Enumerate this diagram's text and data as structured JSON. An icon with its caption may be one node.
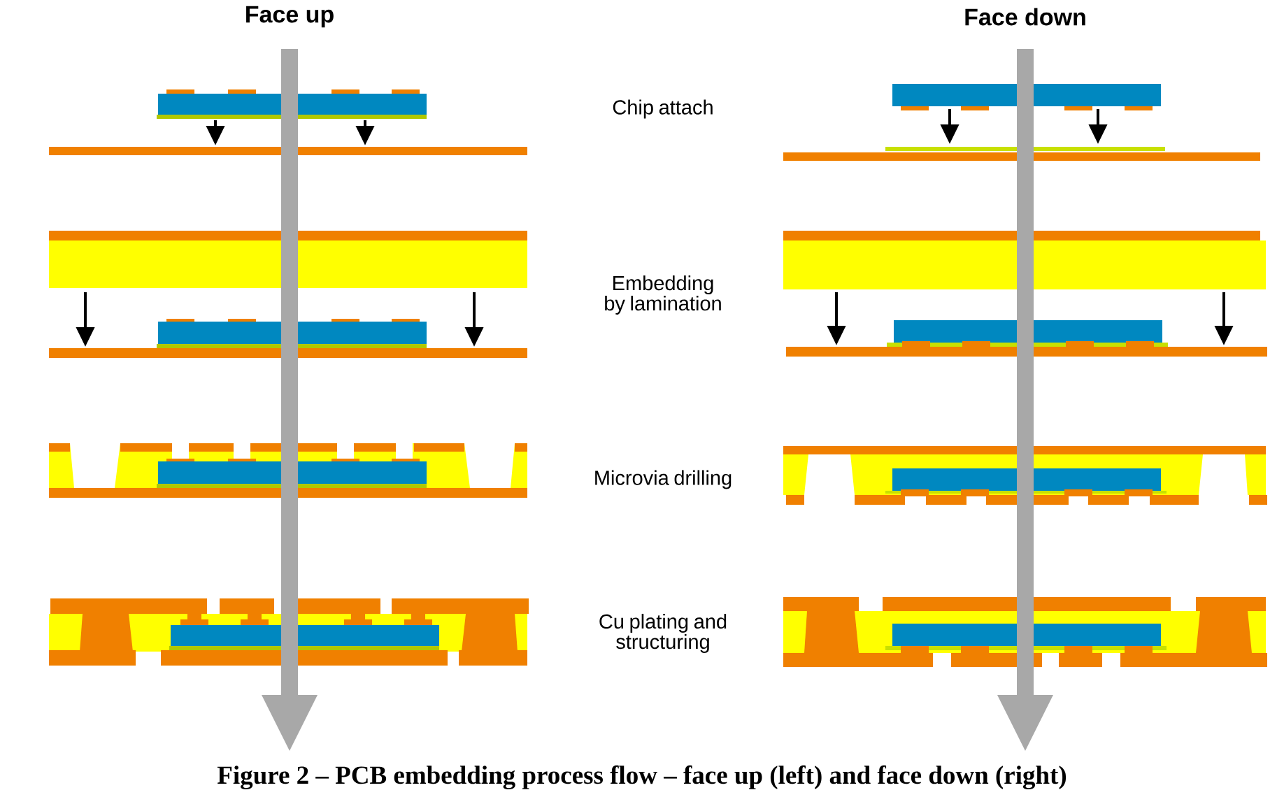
{
  "diagram": {
    "caption": "Figure 2 – PCB embedding process flow – face up (left) and face down (right)",
    "labels": [
      "Face up",
      "Face down",
      "Chip attach",
      "Embedding by lamination",
      "Microvia drilling",
      "Cu plating and structuring"
    ]
  }
}
